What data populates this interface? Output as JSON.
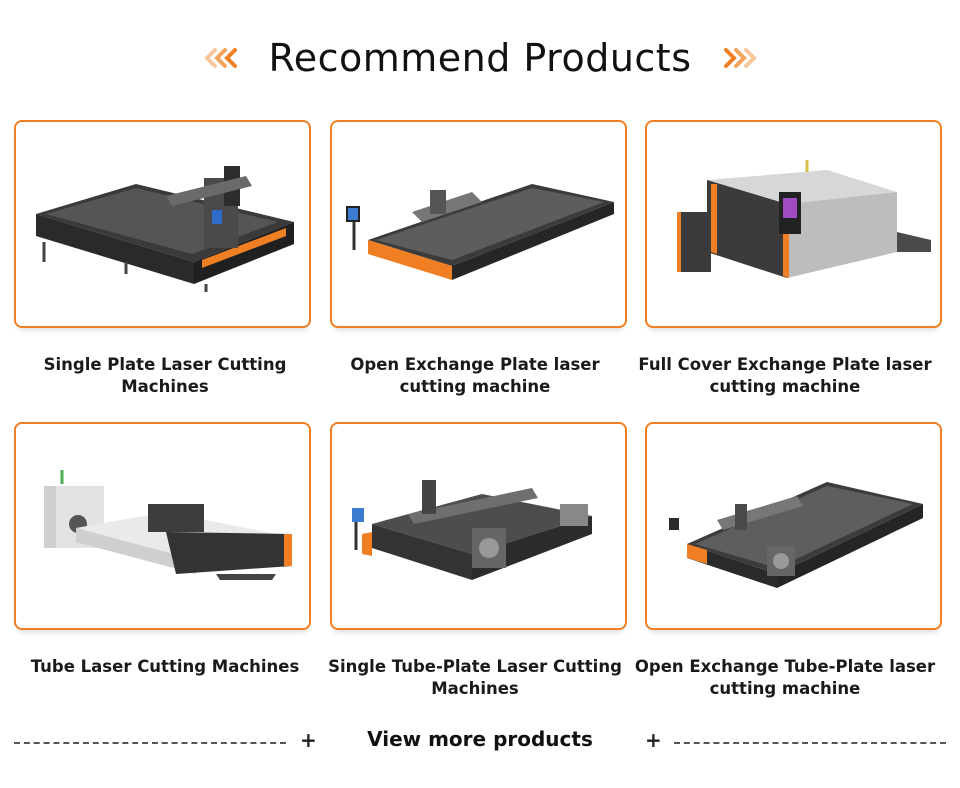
{
  "header": {
    "title": "Recommend Products",
    "left_icon": "double-chevron-left-icon",
    "right_icon": "double-chevron-right-icon",
    "accent_color": "#f07f24"
  },
  "products": [
    {
      "label": "Single Plate Laser Cutting Machines",
      "image": "single-plate-laser-cutter-image"
    },
    {
      "label": "Open Exchange Plate laser cutting machine",
      "image": "open-exchange-plate-laser-image"
    },
    {
      "label": "Full Cover Exchange Plate laser cutting machine",
      "image": "full-cover-exchange-laser-image"
    },
    {
      "label": "Tube Laser Cutting Machines",
      "image": "tube-laser-cutter-image"
    },
    {
      "label": "Single Tube-Plate Laser Cutting Machines",
      "image": "single-tube-plate-laser-image"
    },
    {
      "label": "Open Exchange Tube-Plate laser cutting machine",
      "image": "open-exchange-tube-plate-laser-image"
    }
  ],
  "footer": {
    "view_more": "View more products",
    "plus_left": "+",
    "plus_right": "+"
  }
}
